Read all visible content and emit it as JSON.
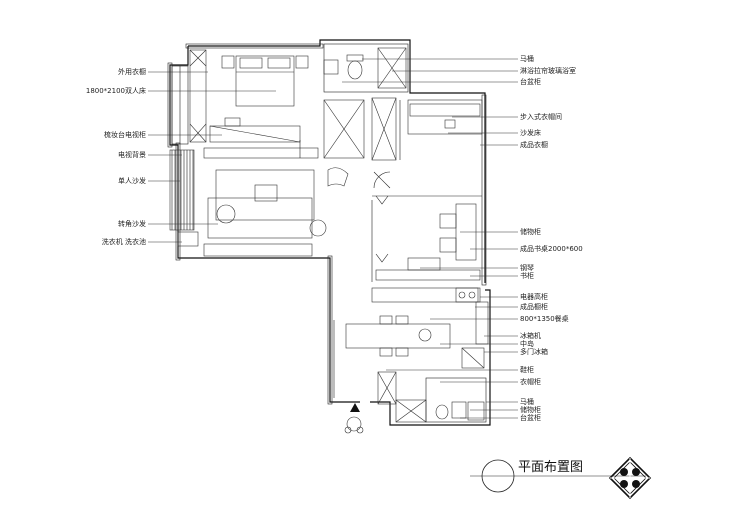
{
  "labels_left": [
    "外用衣橱",
    "1800*2100双人床",
    "梳妆台电视柜",
    "电视背景",
    "单人沙发",
    "转角沙发",
    "洗衣机 洗衣池"
  ],
  "labels_right": [
    "马桶",
    "淋浴拉帘玻璃浴室",
    "台盆柜",
    "步入式衣帽间",
    "沙发床",
    "成品衣橱",
    "储物柜",
    "成品书桌2000*600",
    "钢琴",
    "书柜",
    "电器高柜",
    "成品橱柜",
    "800*1350餐桌",
    "冰箱机",
    "中岛",
    "多门冰箱",
    "鞋柜",
    "衣帽柜",
    "马桶",
    "储物柜",
    "台盆柜"
  ],
  "title": "平面布置图"
}
